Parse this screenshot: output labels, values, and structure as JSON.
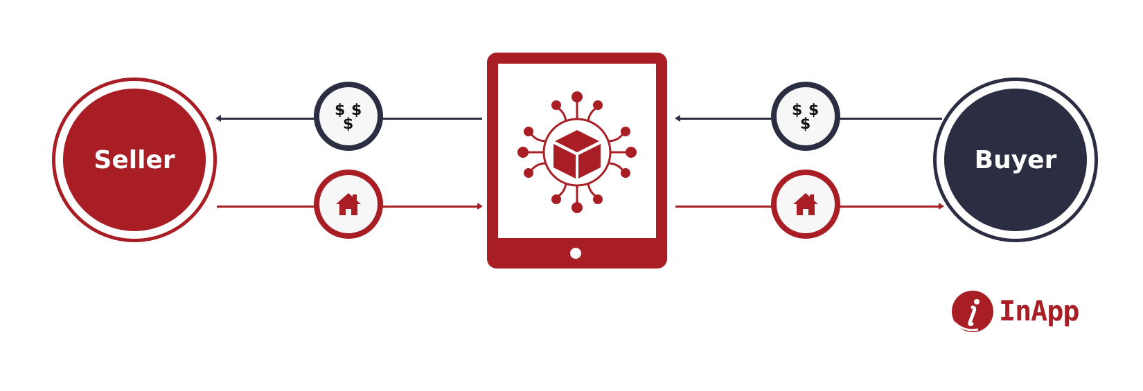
{
  "colors": {
    "red": "#a81e24",
    "navy": "#2b2e42",
    "node_fill": "#f7f7f8",
    "background": "#ffffff"
  },
  "parties": {
    "seller": {
      "label": "Seller",
      "color": "#a81e24"
    },
    "buyer": {
      "label": "Buyer",
      "color": "#2b2e42"
    }
  },
  "platform": {
    "icon": "marketplace-network-box-icon",
    "device": "tablet-icon"
  },
  "flows": [
    {
      "from": "platform",
      "to": "seller",
      "icon": "money-dollars-icon",
      "color": "#2b2e42",
      "direction": "left"
    },
    {
      "from": "seller",
      "to": "platform",
      "icon": "house-icon",
      "color": "#a81e24",
      "direction": "right"
    },
    {
      "from": "buyer",
      "to": "platform",
      "icon": "money-dollars-icon",
      "color": "#2b2e42",
      "direction": "left"
    },
    {
      "from": "platform",
      "to": "buyer",
      "icon": "house-icon",
      "color": "#a81e24",
      "direction": "right"
    }
  ],
  "logo": {
    "text": "InApp",
    "mark": "i"
  },
  "money_symbol": "$"
}
